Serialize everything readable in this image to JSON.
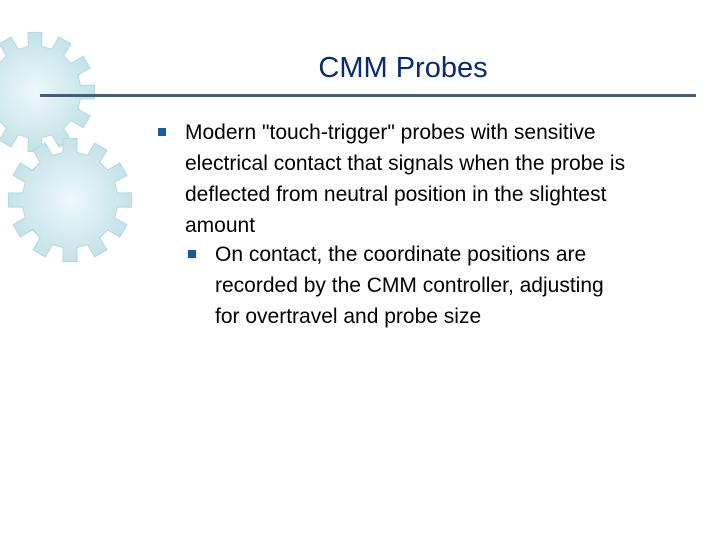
{
  "slide": {
    "title": "CMM Probes",
    "bullets": [
      {
        "level": 1,
        "text": "Modern \"touch‑trigger\" probes with sensitive\nelectrical contact that signals when the probe is\ndeflected from neutral position in the slightest\namount"
      },
      {
        "level": 2,
        "text": "On contact, the coordinate positions are\nrecorded by the CMM controller, adjusting\nfor overtravel and probe size"
      }
    ]
  },
  "colors": {
    "title": "#0a2a6e",
    "rule": "#3d5e7e",
    "bullet": "#1a5a9e",
    "gear": "#cfe7ec"
  }
}
